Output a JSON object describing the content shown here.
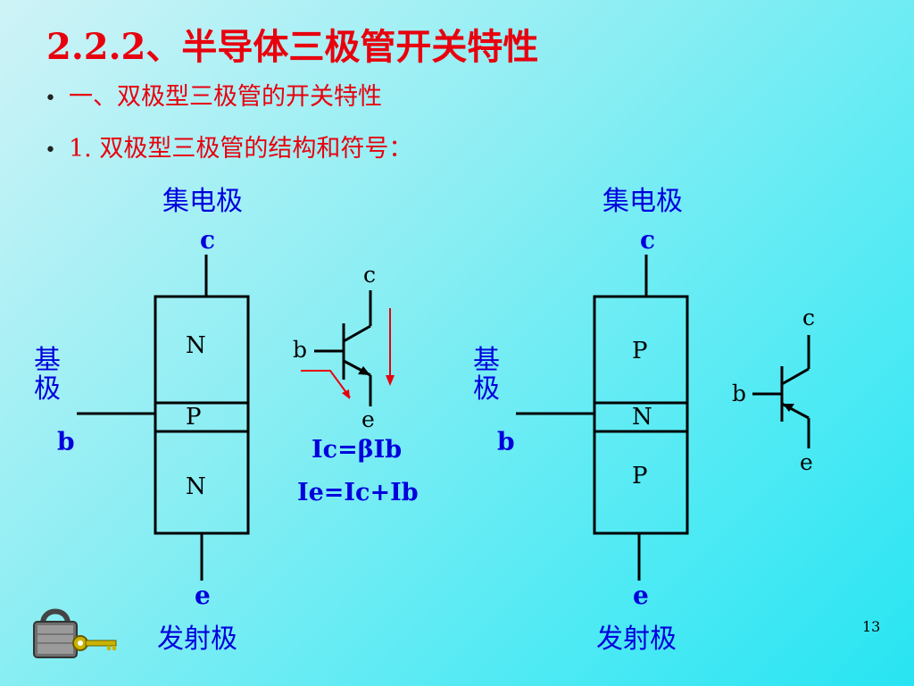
{
  "title": "2.2.2、半导体三极管开关特性",
  "bullets": [
    "一、双极型三极管的开关特性",
    "1.  双极型三极管的结构和符号："
  ],
  "left": {
    "collector_label": "集电极",
    "c": "c",
    "base_label": "基极",
    "b": "b",
    "emitter_label": "发射极",
    "e": "e",
    "layers": [
      "N",
      "P",
      "N"
    ],
    "symbol": {
      "c": "c",
      "b": "b",
      "e": "e"
    }
  },
  "formulas": [
    "Ic=βIb",
    "Ie=Ic+Ib"
  ],
  "right": {
    "collector_label": "集电极",
    "c": "c",
    "base_label": "基极",
    "b": "b",
    "emitter_label": "发射极",
    "e": "e",
    "layers": [
      "P",
      "N",
      "P"
    ],
    "symbol": {
      "c": "c",
      "b": "b",
      "e": "e"
    }
  },
  "page_number": "13",
  "icons": {
    "lock_key": "padlock-with-key-icon"
  },
  "colors": {
    "title": "#e8000e",
    "label": "#0000dd",
    "arrow": "#e8000e"
  }
}
